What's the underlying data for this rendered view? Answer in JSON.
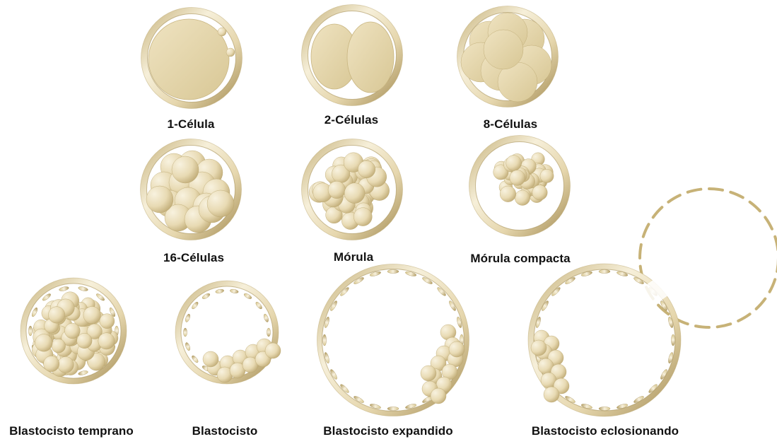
{
  "colors": {
    "shell_light": "#f4ecd6",
    "shell_mid": "#e9dcb4",
    "shell_dark": "#a8925a",
    "cell_light": "#f7f0dc",
    "cell_dark": "#b59f66",
    "label": "#111111"
  },
  "stages": [
    {
      "id": "one-cell",
      "label": "1-Célula"
    },
    {
      "id": "two-cells",
      "label": "2-Células"
    },
    {
      "id": "eight-cells",
      "label": "8-Células"
    },
    {
      "id": "sixteen-cells",
      "label": "16-Células"
    },
    {
      "id": "morula",
      "label": "Mórula"
    },
    {
      "id": "compact-morula",
      "label": "Mórula compacta"
    },
    {
      "id": "early-blastocyst",
      "label": "Blastocisto temprano"
    },
    {
      "id": "blastocyst",
      "label": "Blastocisto"
    },
    {
      "id": "expanded-blastocyst",
      "label": "Blastocisto expandido"
    },
    {
      "id": "hatching-blastocyst",
      "label": "Blastocisto eclosionando"
    }
  ]
}
